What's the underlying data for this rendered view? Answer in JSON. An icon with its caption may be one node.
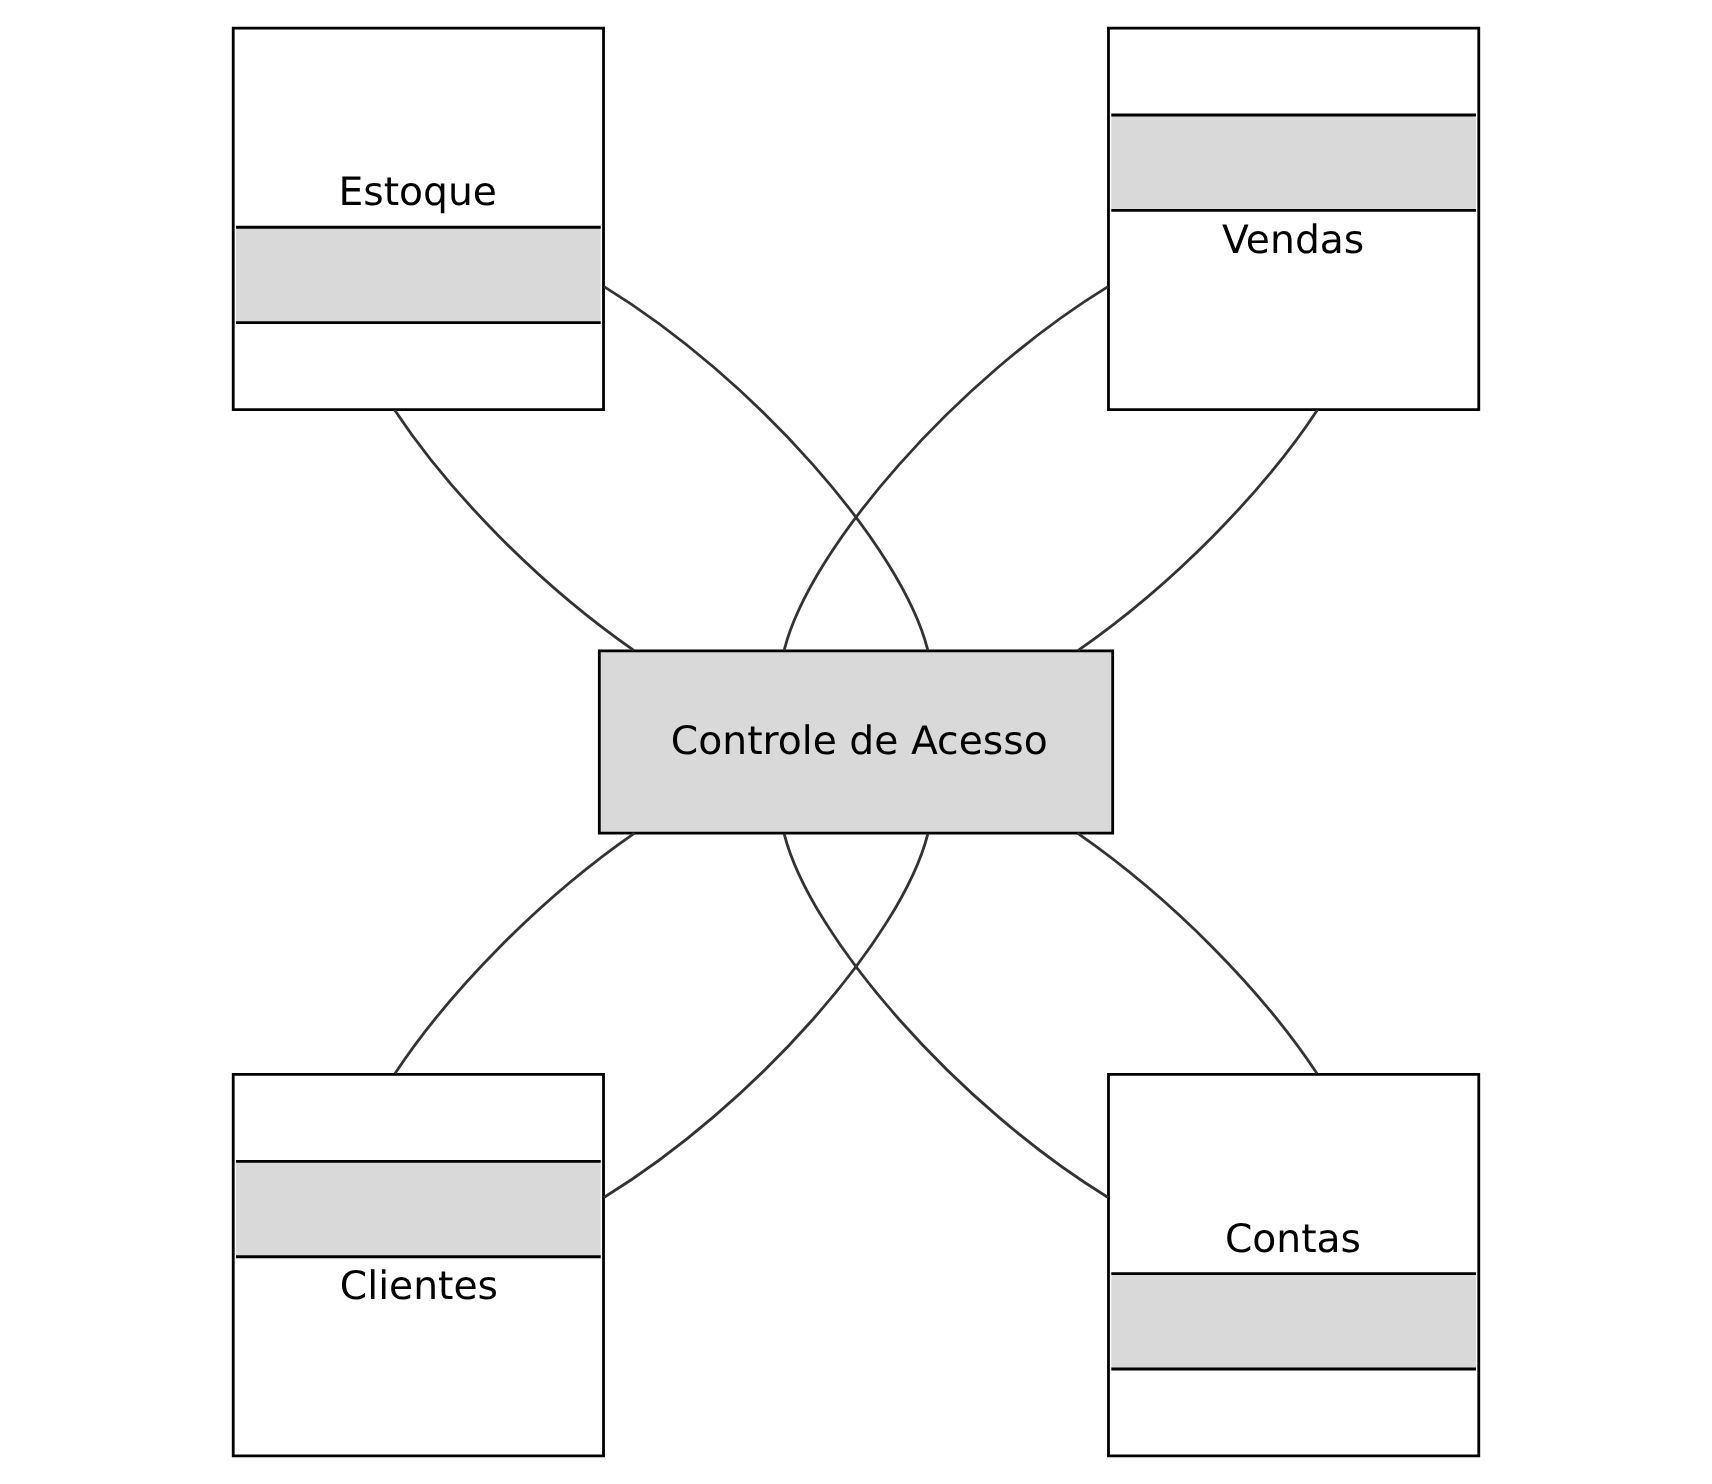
{
  "diagram": {
    "nodes": [
      {
        "text": [
          "Estoque"
        ]
      },
      {
        "text": [
          "Vendas"
        ]
      },
      {
        "text": [
          "Controle de Acesso"
        ]
      },
      {
        "text": [
          "Clientes"
        ]
      },
      {
        "text": [
          "Contas"
        ]
      }
    ],
    "edges": [
      {
        "from": 0,
        "to": 2,
        "arrow": "none"
      },
      {
        "from": 0,
        "to": 2,
        "arrow": "none"
      },
      {
        "from": 1,
        "to": 2,
        "arrow": "none"
      },
      {
        "from": 1,
        "to": 2,
        "arrow": "none"
      },
      {
        "from": 2,
        "to": 3,
        "arrow": "none"
      },
      {
        "from": 2,
        "to": 3,
        "arrow": "none"
      },
      {
        "from": 2,
        "to": 4,
        "arrow": "none"
      },
      {
        "from": 2,
        "to": 4,
        "arrow": "none"
      }
    ]
  }
}
